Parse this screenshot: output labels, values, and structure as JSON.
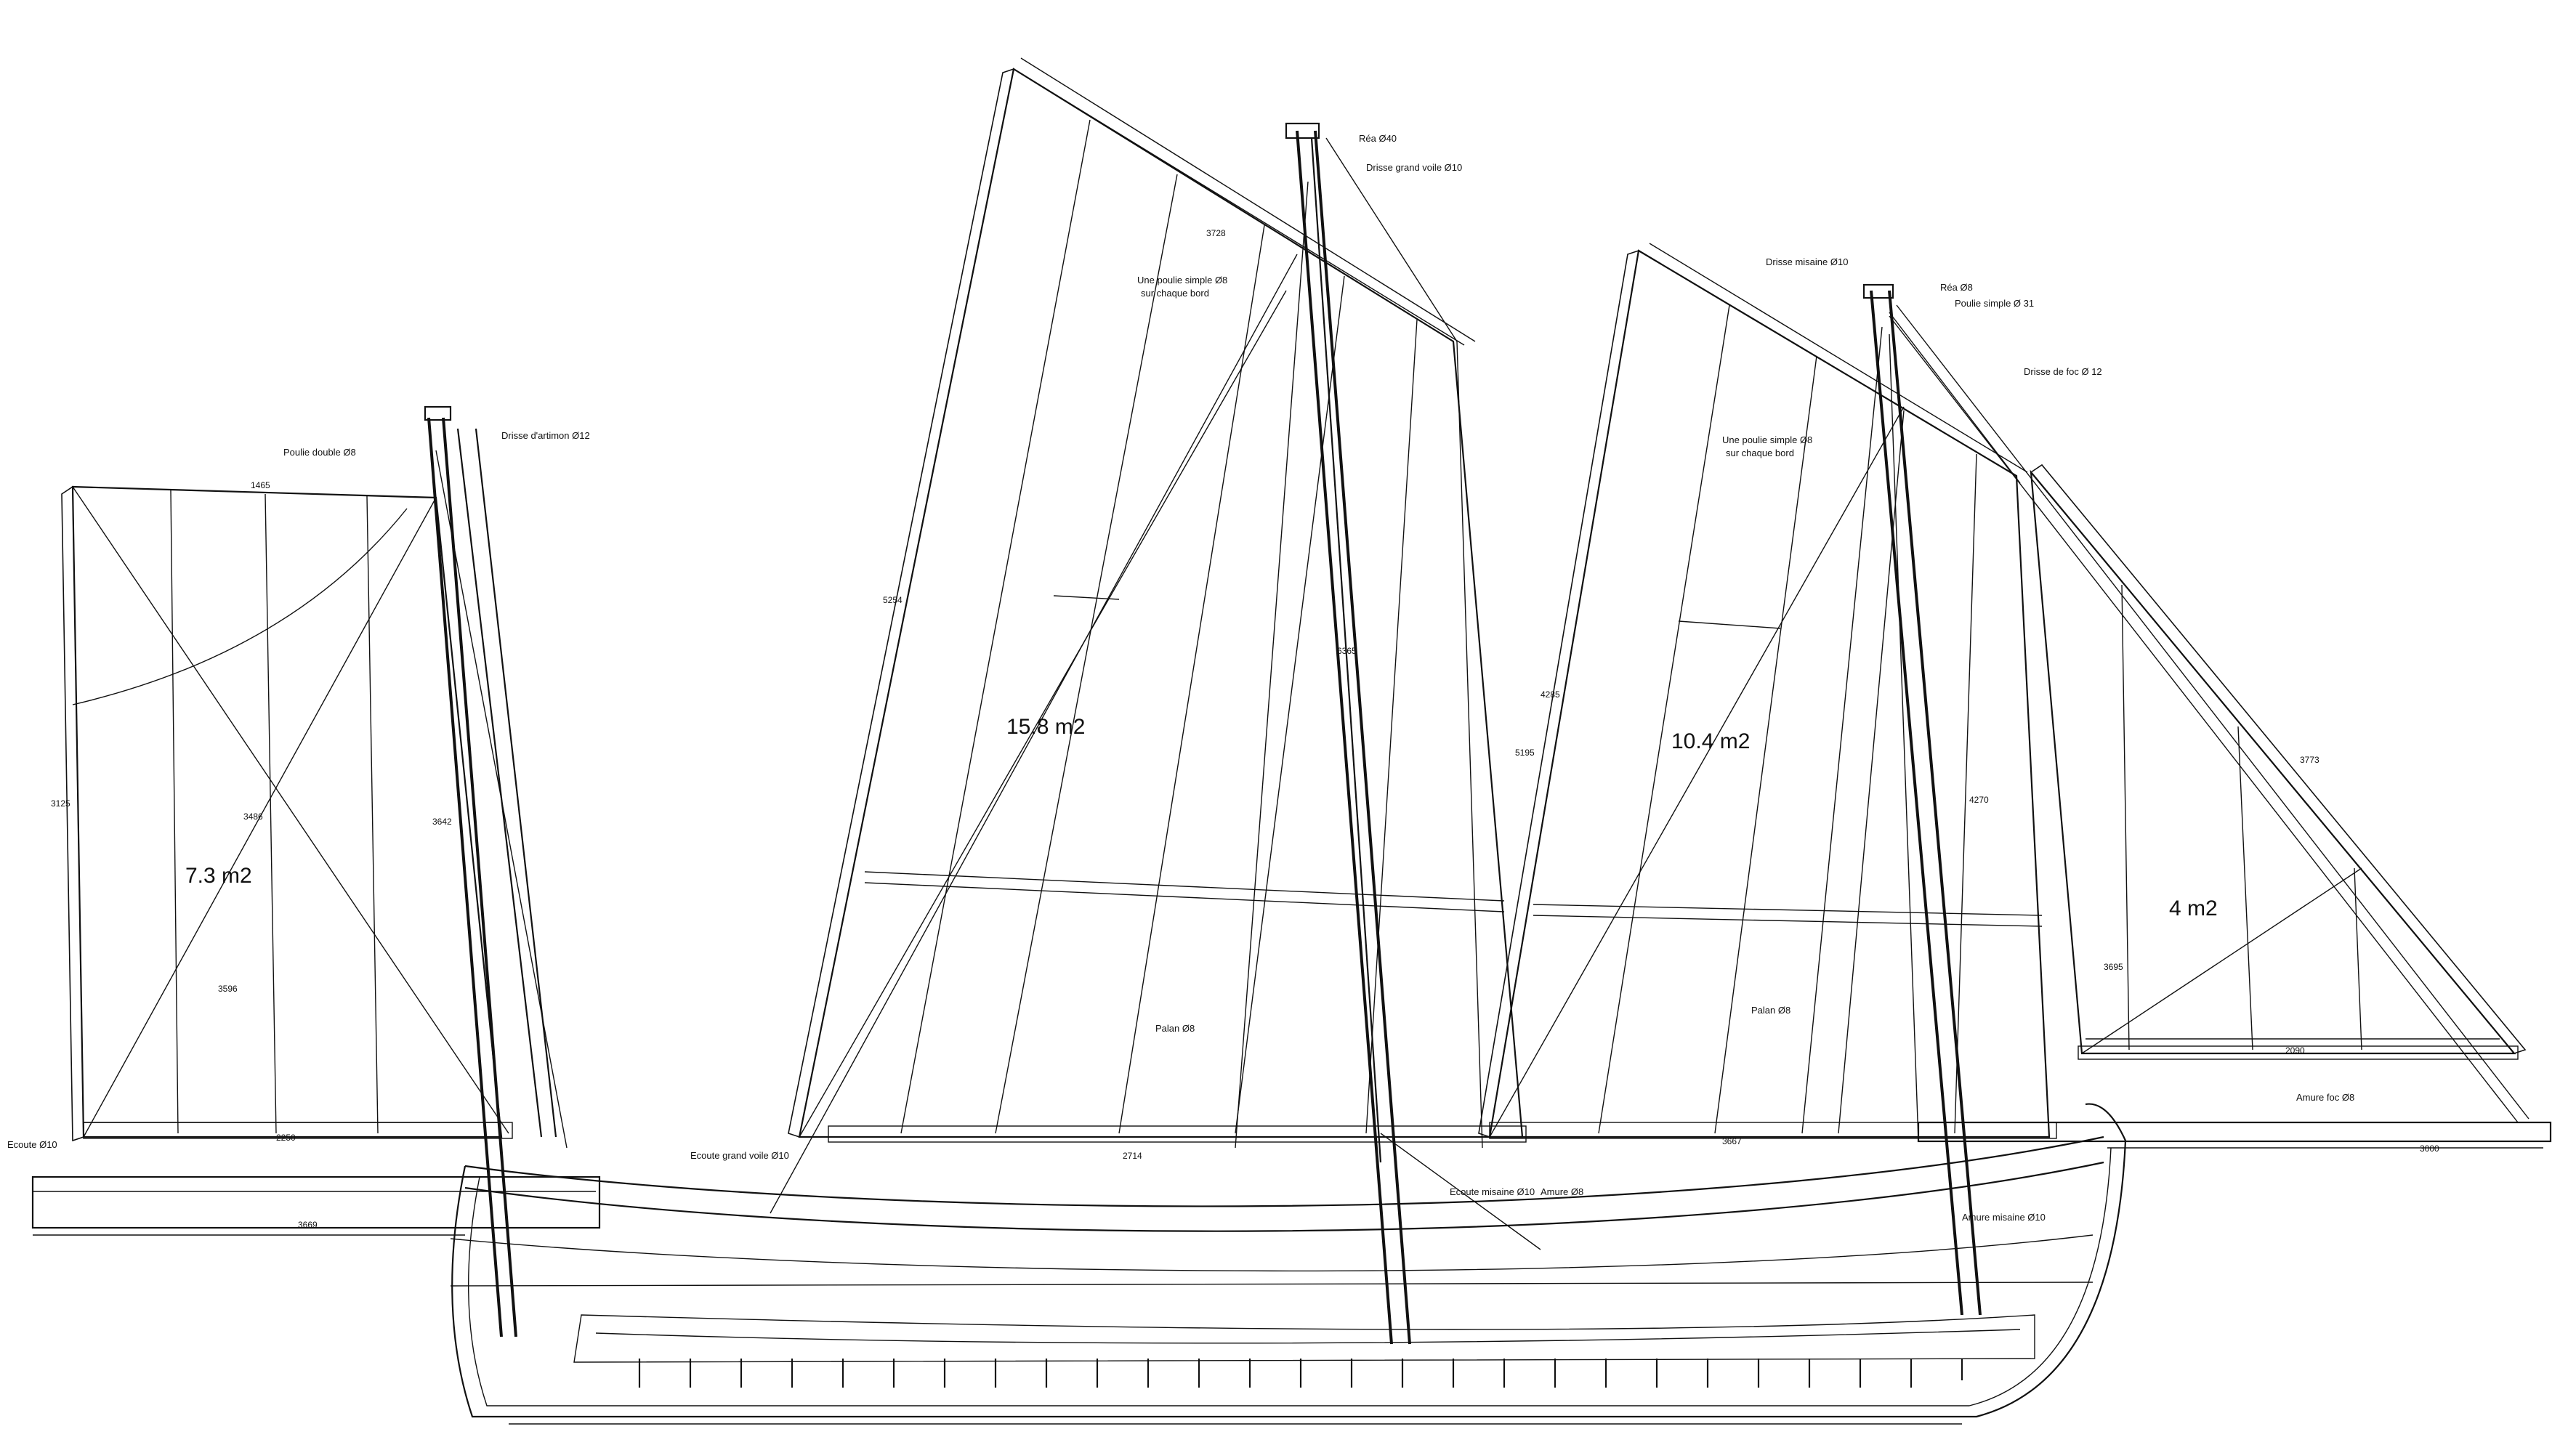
{
  "sails": {
    "mizzen_area": "7.3 m2",
    "main_area": "15.8 m2",
    "fore_area": "10.4 m2",
    "jib_area": "4 m2"
  },
  "rigging_labels": {
    "poulie_double": "Poulie double Ø8",
    "drisse_artimon": "Drisse d'artimon Ø12",
    "ecoute_artimon": "Ecoute Ø10",
    "reas": "Réa Ø40",
    "drisse_grand_voile": "Drisse grand voile Ø10",
    "poulie_simple_main_1": "Une poulie simple Ø8",
    "poulie_simple_main_2": "sur chaque bord",
    "ecoute_grand_voile": "Ecoute grand voile Ø10",
    "palan_main": "Palan Ø8",
    "ecoute_misaine": "Ecoute misaine Ø10",
    "amure_misaine_top": "Amure Ø8",
    "drisse_misaine": "Drisse misaine Ø10",
    "reas_fore": "Réa Ø8",
    "poulie_simple_fore": "Poulie simple Ø 31",
    "drisse_foc": "Drisse de foc Ø 12",
    "poulie_simple_fore_1": "Une poulie simple Ø8",
    "poulie_simple_fore_2": "sur chaque bord",
    "palan_fore": "Palan Ø8",
    "amure_misaine": "Amure misaine Ø10",
    "amure_foc": "Amure foc Ø8"
  },
  "dimensions": {
    "d_mizzen_head": "1465",
    "d_mizzen_luff": "3125",
    "d_mizzen_leech": "3486",
    "d_mizzen_foot": "2250",
    "d_mizzen_mast": "3642",
    "d_mizzen_diag": "3596",
    "d_mizzen_boom": "3669",
    "d_main_luff": "5254",
    "d_main_leech": "5195",
    "d_main_head": "3728",
    "d_main_foot": "2714",
    "d_main_mast": "6365",
    "d_fore_luff": "4285",
    "d_fore_leech": "4270",
    "d_fore_foot": "3667",
    "d_jib_luff": "3773",
    "d_jib_foot": "2090",
    "d_jib_leech": "3695",
    "d_bowsprit": "3000"
  }
}
